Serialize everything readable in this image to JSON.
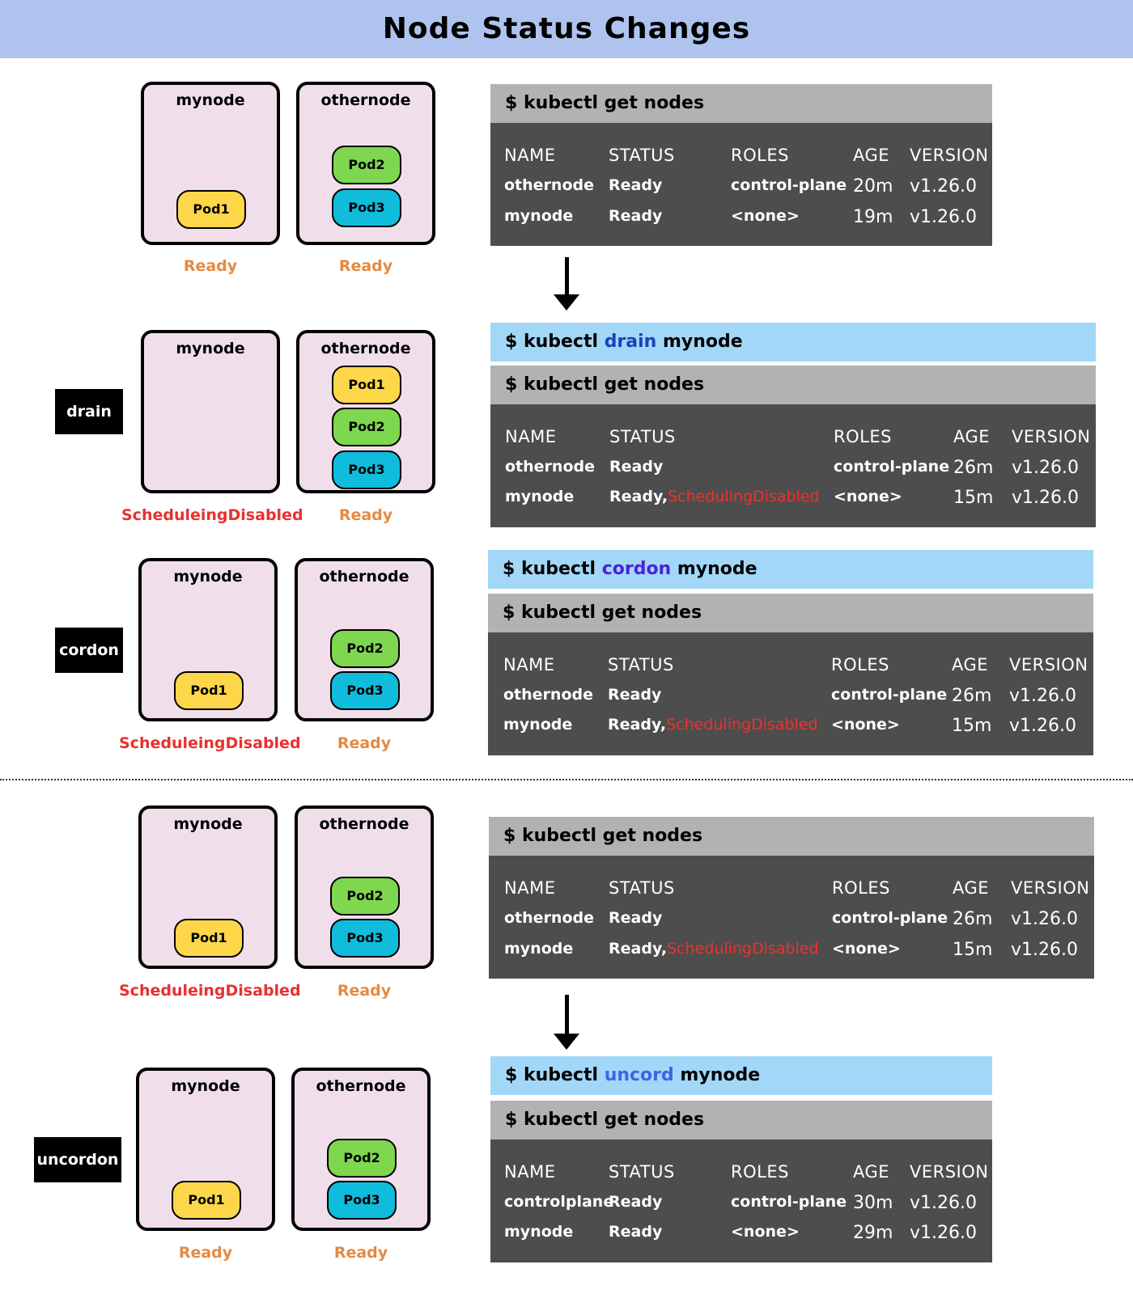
{
  "title": "Node Status Changes",
  "labels": {
    "prompt": "$ ",
    "kubectl": "kubectl ",
    "get_nodes": "$ kubectl get nodes",
    "node_suffix": " mynode"
  },
  "colors": {
    "title_bar": "#aec3ee",
    "node_box": "#f0dfea",
    "pod1": "#fdd64a",
    "pod2": "#7fd64f",
    "pod3": "#0fbcdc",
    "ready": "#e48a42",
    "disabled": "#e8312f",
    "command_bar": "#a3d7f8",
    "get_bar": "#b2b2b2",
    "table": "#4d4d4d"
  },
  "table_headers": [
    "NAME",
    "STATUS",
    "ROLES",
    "AGE",
    "VERSION"
  ],
  "sections": [
    {
      "op_label": "",
      "nodes": [
        {
          "name": "mynode",
          "pods": [
            "Pod1"
          ],
          "status": "Ready"
        },
        {
          "name": "othernode",
          "pods": [
            "Pod2",
            "Pod3"
          ],
          "status": "Ready"
        }
      ],
      "command_keyword": "",
      "rows": [
        {
          "name": "othernode",
          "status": "Ready",
          "status_extra": "",
          "roles": "control-plane",
          "age": "20m",
          "version": "v1.26.0"
        },
        {
          "name": "mynode",
          "status": "Ready",
          "status_extra": "",
          "roles": "<none>",
          "age": "19m",
          "version": "v1.26.0"
        }
      ]
    },
    {
      "op_label": "drain",
      "nodes": [
        {
          "name": "mynode",
          "pods": [],
          "status": "ScheduleingDisabled"
        },
        {
          "name": "othernode",
          "pods": [
            "Pod1",
            "Pod2",
            "Pod3"
          ],
          "status": "Ready"
        }
      ],
      "command_keyword": "drain",
      "rows": [
        {
          "name": "othernode",
          "status": "Ready",
          "status_extra": "",
          "roles": "control-plane",
          "age": "26m",
          "version": "v1.26.0"
        },
        {
          "name": "mynode",
          "status": "Ready,",
          "status_extra": "SchedulingDisabled",
          "roles": "<none>",
          "age": "15m",
          "version": "v1.26.0"
        }
      ]
    },
    {
      "op_label": "cordon",
      "nodes": [
        {
          "name": "mynode",
          "pods": [
            "Pod1"
          ],
          "status": "ScheduleingDisabled"
        },
        {
          "name": "othernode",
          "pods": [
            "Pod2",
            "Pod3"
          ],
          "status": "Ready"
        }
      ],
      "command_keyword": "cordon",
      "rows": [
        {
          "name": "othernode",
          "status": "Ready",
          "status_extra": "",
          "roles": "control-plane",
          "age": "26m",
          "version": "v1.26.0"
        },
        {
          "name": "mynode",
          "status": "Ready,",
          "status_extra": "SchedulingDisabled",
          "roles": "<none>",
          "age": "15m",
          "version": "v1.26.0"
        }
      ]
    },
    {
      "op_label": "",
      "nodes": [
        {
          "name": "mynode",
          "pods": [
            "Pod1"
          ],
          "status": "ScheduleingDisabled"
        },
        {
          "name": "othernode",
          "pods": [
            "Pod2",
            "Pod3"
          ],
          "status": "Ready"
        }
      ],
      "command_keyword": "",
      "rows": [
        {
          "name": "othernode",
          "status": "Ready",
          "status_extra": "",
          "roles": "control-plane",
          "age": "26m",
          "version": "v1.26.0"
        },
        {
          "name": "mynode",
          "status": "Ready,",
          "status_extra": "SchedulingDisabled",
          "roles": "<none>",
          "age": "15m",
          "version": "v1.26.0"
        }
      ]
    },
    {
      "op_label": "uncordon",
      "nodes": [
        {
          "name": "mynode",
          "pods": [
            "Pod1"
          ],
          "status": "Ready"
        },
        {
          "name": "othernode",
          "pods": [
            "Pod2",
            "Pod3"
          ],
          "status": "Ready"
        }
      ],
      "command_keyword": "uncord",
      "rows": [
        {
          "name": "controlplane",
          "status": "Ready",
          "status_extra": "",
          "roles": "control-plane",
          "age": "30m",
          "version": "v1.26.0"
        },
        {
          "name": "mynode",
          "status": "Ready",
          "status_extra": "",
          "roles": "<none>",
          "age": "29m",
          "version": "v1.26.0"
        }
      ]
    }
  ]
}
